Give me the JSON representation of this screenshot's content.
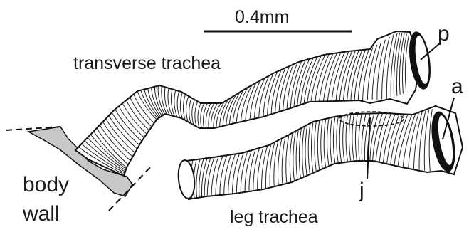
{
  "scale_bar": {
    "label": "0.4mm"
  },
  "labels": {
    "transverse_trachea": "transverse trachea",
    "leg_trachea": "leg trachea",
    "body_wall_line1": "body",
    "body_wall_line2": "wall",
    "p": "p",
    "a": "a",
    "j": "j"
  },
  "colors": {
    "outline": "#111111",
    "body_wall_fill": "#c8c8c8",
    "background": "#ffffff"
  }
}
